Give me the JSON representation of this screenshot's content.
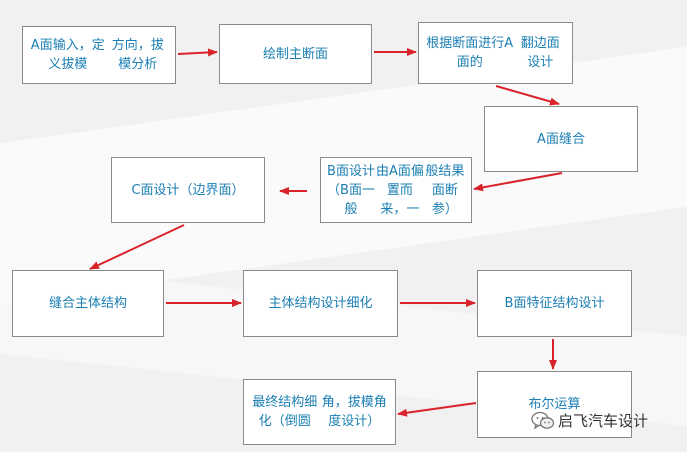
{
  "nodes": [
    {
      "id": "n1",
      "lines": [
        "A面输入，定义拔模",
        "方向，拔模分析"
      ]
    },
    {
      "id": "n2",
      "lines": [
        "绘制主断面"
      ]
    },
    {
      "id": "n3",
      "lines": [
        "根据断面进行A面的",
        "翻边面设计"
      ]
    },
    {
      "id": "n4",
      "lines": [
        "A面缝合"
      ]
    },
    {
      "id": "n5",
      "lines": [
        "B面设计（B面一般",
        "由A面偏置而来，一",
        "般结果面断参）"
      ]
    },
    {
      "id": "n6",
      "lines": [
        "C面设计（边界面）"
      ]
    },
    {
      "id": "n7",
      "lines": [
        "缝合主体结构"
      ]
    },
    {
      "id": "n8",
      "lines": [
        "主体结构设计细化"
      ]
    },
    {
      "id": "n9",
      "lines": [
        "B面特征结构设计"
      ]
    },
    {
      "id": "n10",
      "lines": [
        "布尔运算"
      ]
    },
    {
      "id": "n11",
      "lines": [
        "最终结构细化（倒圆",
        "角，拔模角度设计）"
      ]
    }
  ],
  "edges": [
    [
      "n1",
      "n2"
    ],
    [
      "n2",
      "n3"
    ],
    [
      "n3",
      "n4"
    ],
    [
      "n4",
      "n5"
    ],
    [
      "n5",
      "n6"
    ],
    [
      "n6",
      "n7"
    ],
    [
      "n7",
      "n8"
    ],
    [
      "n8",
      "n9"
    ],
    [
      "n9",
      "n10"
    ],
    [
      "n10",
      "n11"
    ]
  ],
  "watermark": {
    "text": "启飞汽车设计",
    "icon": "wechat-icon"
  },
  "colors": {
    "text": "#1b7fb3",
    "arrow": "#d9232b",
    "border": "#8a8a8a"
  }
}
